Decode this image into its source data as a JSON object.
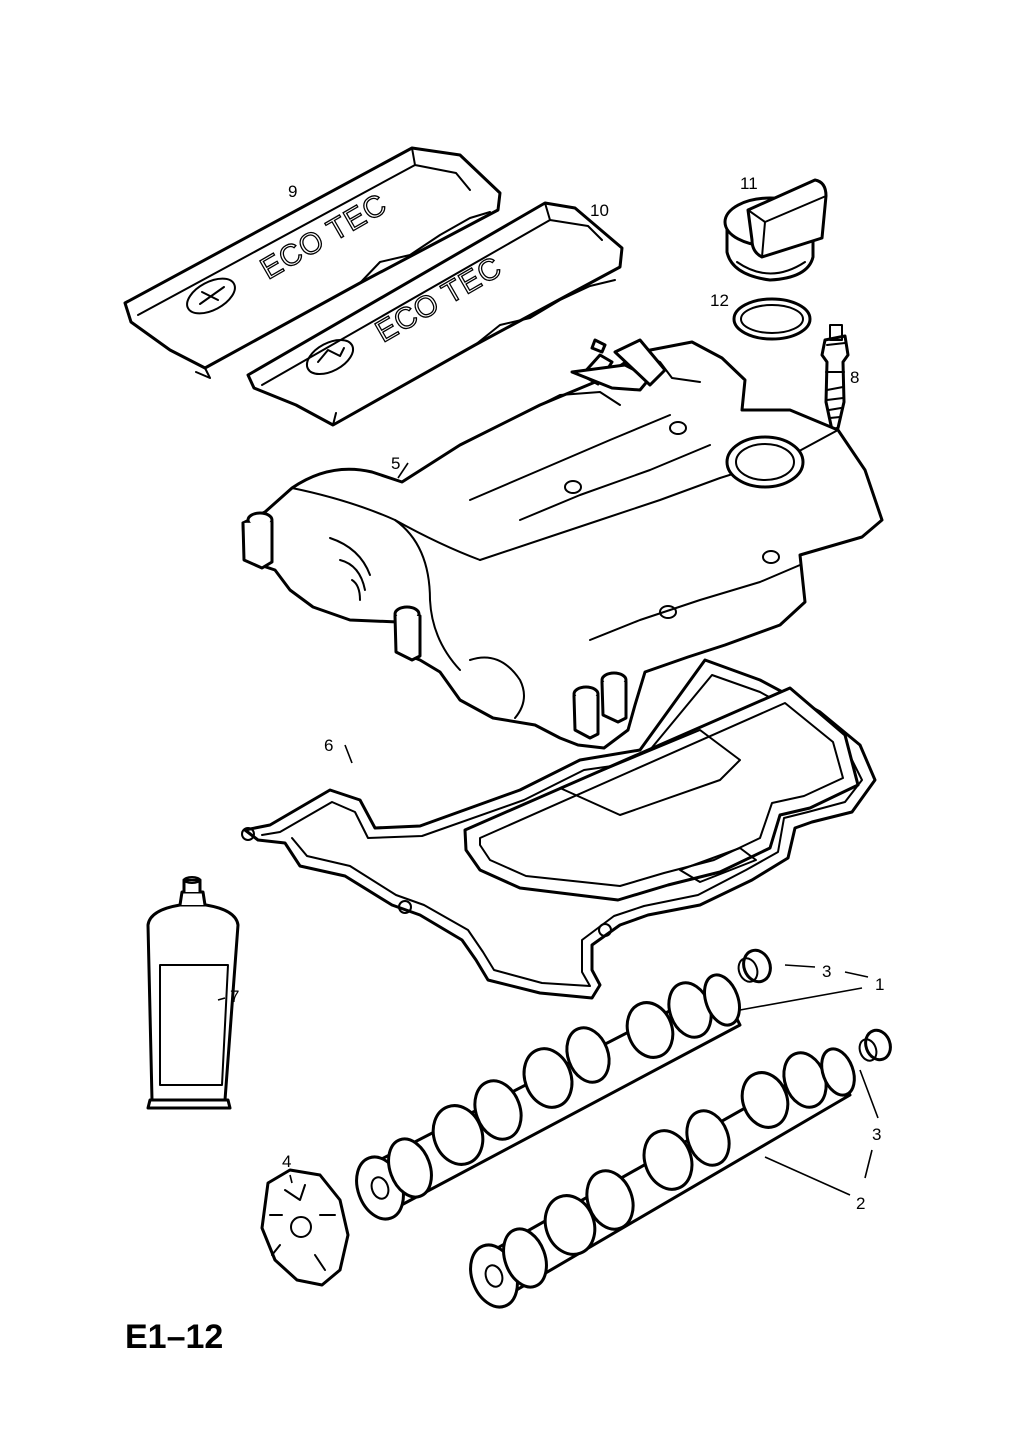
{
  "page_code": "E1–12",
  "callouts": {
    "c1": "1",
    "c2": "2",
    "c3a": "3",
    "c3b": "3",
    "c4": "4",
    "c5": "5",
    "c6": "6",
    "c7": "7",
    "c8": "8",
    "c9": "9",
    "c10": "10",
    "c11": "11",
    "c12": "12"
  },
  "cover_lettering": {
    "cover_9": "ECO TEC",
    "cover_10": "ECO TEC"
  }
}
